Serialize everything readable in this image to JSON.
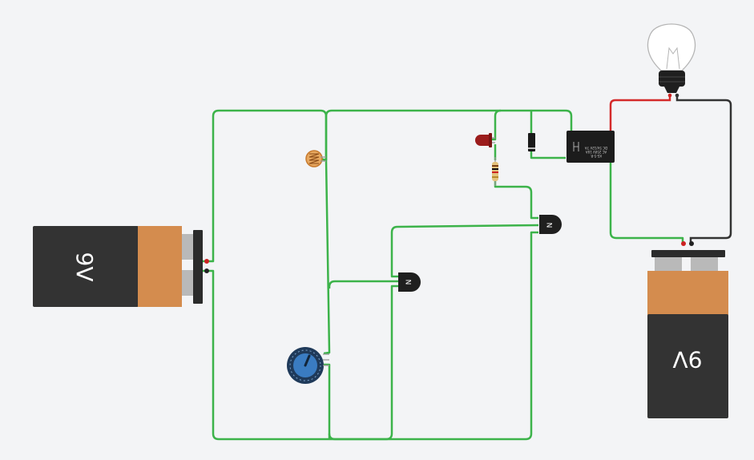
{
  "components": {
    "battery_left": {
      "label": "9V",
      "icon": "battery-9v-icon"
    },
    "battery_right": {
      "label": "9V",
      "icon": "battery-9v-icon"
    },
    "light_bulb": {
      "icon": "light-bulb-icon"
    },
    "relay": {
      "icon": "relay-icon",
      "label_lines": [
        "DC 5V/12V 7A",
        "AC 250V 10A",
        "KS-5-R"
      ]
    },
    "transistor_upper": {
      "label": "N",
      "icon": "npn-transistor-icon"
    },
    "transistor_lower": {
      "label": "N",
      "icon": "npn-transistor-icon"
    },
    "photoresistor": {
      "icon": "photoresistor-icon"
    },
    "potentiometer": {
      "icon": "potentiometer-icon"
    },
    "led": {
      "icon": "led-icon",
      "color": "#9b1c1c"
    },
    "resistor": {
      "icon": "resistor-icon"
    },
    "diode": {
      "icon": "diode-icon"
    }
  },
  "colors": {
    "wire_green": "#3cb34a",
    "wire_red": "#d42a2a",
    "wire_black": "#333333",
    "battery_body": "#333333",
    "battery_band": "#d48c4e"
  }
}
